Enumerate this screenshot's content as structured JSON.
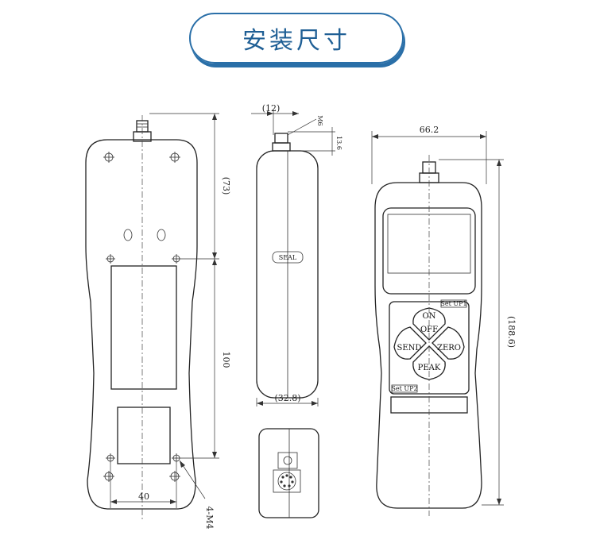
{
  "title": "安装尺寸",
  "back_view": {
    "dim_top": "(73)",
    "dim_middle": "100",
    "dim_width": "40",
    "screw_label": "4-M4"
  },
  "side_view": {
    "dim_shaft": "(12)",
    "dim_thread": "M6",
    "dim_tip": "13.6",
    "seal_label": "SEAL",
    "dim_thickness": "(32.8)"
  },
  "front_view": {
    "dim_width": "66.2",
    "dim_height": "(188.6)",
    "keys": {
      "on": "ON",
      "off": "OFF",
      "send": "SEND",
      "zero": "ZERO",
      "peak": "PEAK"
    },
    "set_up1": "Set UP1",
    "set_up2": "Set UP2"
  }
}
